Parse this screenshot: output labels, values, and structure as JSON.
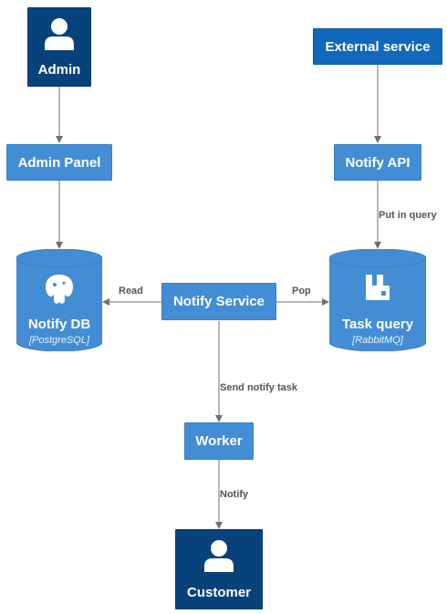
{
  "colors": {
    "person": "#08427b",
    "container": "#438dd5",
    "external": "#1168bd",
    "arrow": "#707070",
    "edge_label": "#555555"
  },
  "nodes": {
    "admin": {
      "label": "Admin",
      "icon": "person-icon"
    },
    "external_service": {
      "label": "External service"
    },
    "admin_panel": {
      "label": "Admin Panel"
    },
    "notify_api": {
      "label": "Notify API"
    },
    "notify_db": {
      "label": "Notify DB",
      "technology": "[PostgreSQL]",
      "icon": "postgresql-icon"
    },
    "notify_service": {
      "label": "Notify Service"
    },
    "task_query": {
      "label": "Task query",
      "technology": "[RabbitMQ]",
      "icon": "rabbitmq-icon"
    },
    "worker": {
      "label": "Worker"
    },
    "customer": {
      "label": "Customer",
      "icon": "person-icon"
    }
  },
  "edges": [
    {
      "from": "admin",
      "to": "admin_panel",
      "label": ""
    },
    {
      "from": "external_service",
      "to": "notify_api",
      "label": ""
    },
    {
      "from": "admin_panel",
      "to": "notify_db",
      "label": ""
    },
    {
      "from": "notify_api",
      "to": "task_query",
      "label": "Put in query"
    },
    {
      "from": "notify_service",
      "to": "notify_db",
      "label": "Read"
    },
    {
      "from": "notify_service",
      "to": "task_query",
      "label": "Pop"
    },
    {
      "from": "notify_service",
      "to": "worker",
      "label": "Send notify task"
    },
    {
      "from": "worker",
      "to": "customer",
      "label": "Notify"
    }
  ]
}
